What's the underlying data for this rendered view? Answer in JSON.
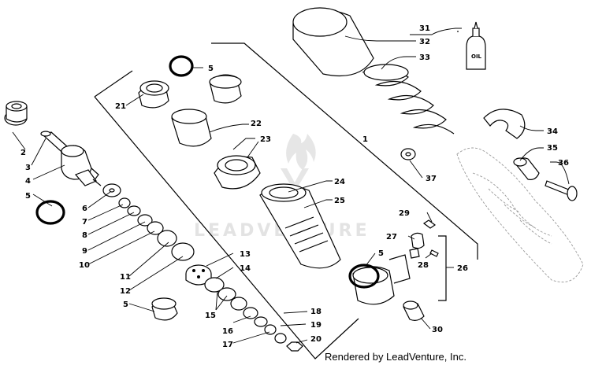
{
  "credit": "Rendered by LeadVenture, Inc.",
  "watermark": "LEADVENTURE",
  "oil_bottle_label": "OIL",
  "callouts": {
    "c2": "2",
    "c3": "3",
    "c4": "4",
    "c5a": "5",
    "c6": "6",
    "c7": "7",
    "c8": "8",
    "c9": "9",
    "c10": "10",
    "c11": "11",
    "c12": "12",
    "c5b": "5",
    "c5c": "5",
    "c21": "21",
    "c22": "22",
    "c23": "23",
    "c1": "1",
    "c24": "24",
    "c25": "25",
    "c13": "13",
    "c14": "14",
    "c15": "15",
    "c16": "16",
    "c17": "17",
    "c18": "18",
    "c19": "19",
    "c20": "20",
    "c31": "31",
    "c32": "32",
    "c33": "33",
    "c34": "34",
    "c35": "35",
    "c36": "36",
    "c37": "37",
    "c29": "29",
    "c27": "27",
    "c28": "28",
    "c5d": "5",
    "c26": "26",
    "c30": "30"
  }
}
